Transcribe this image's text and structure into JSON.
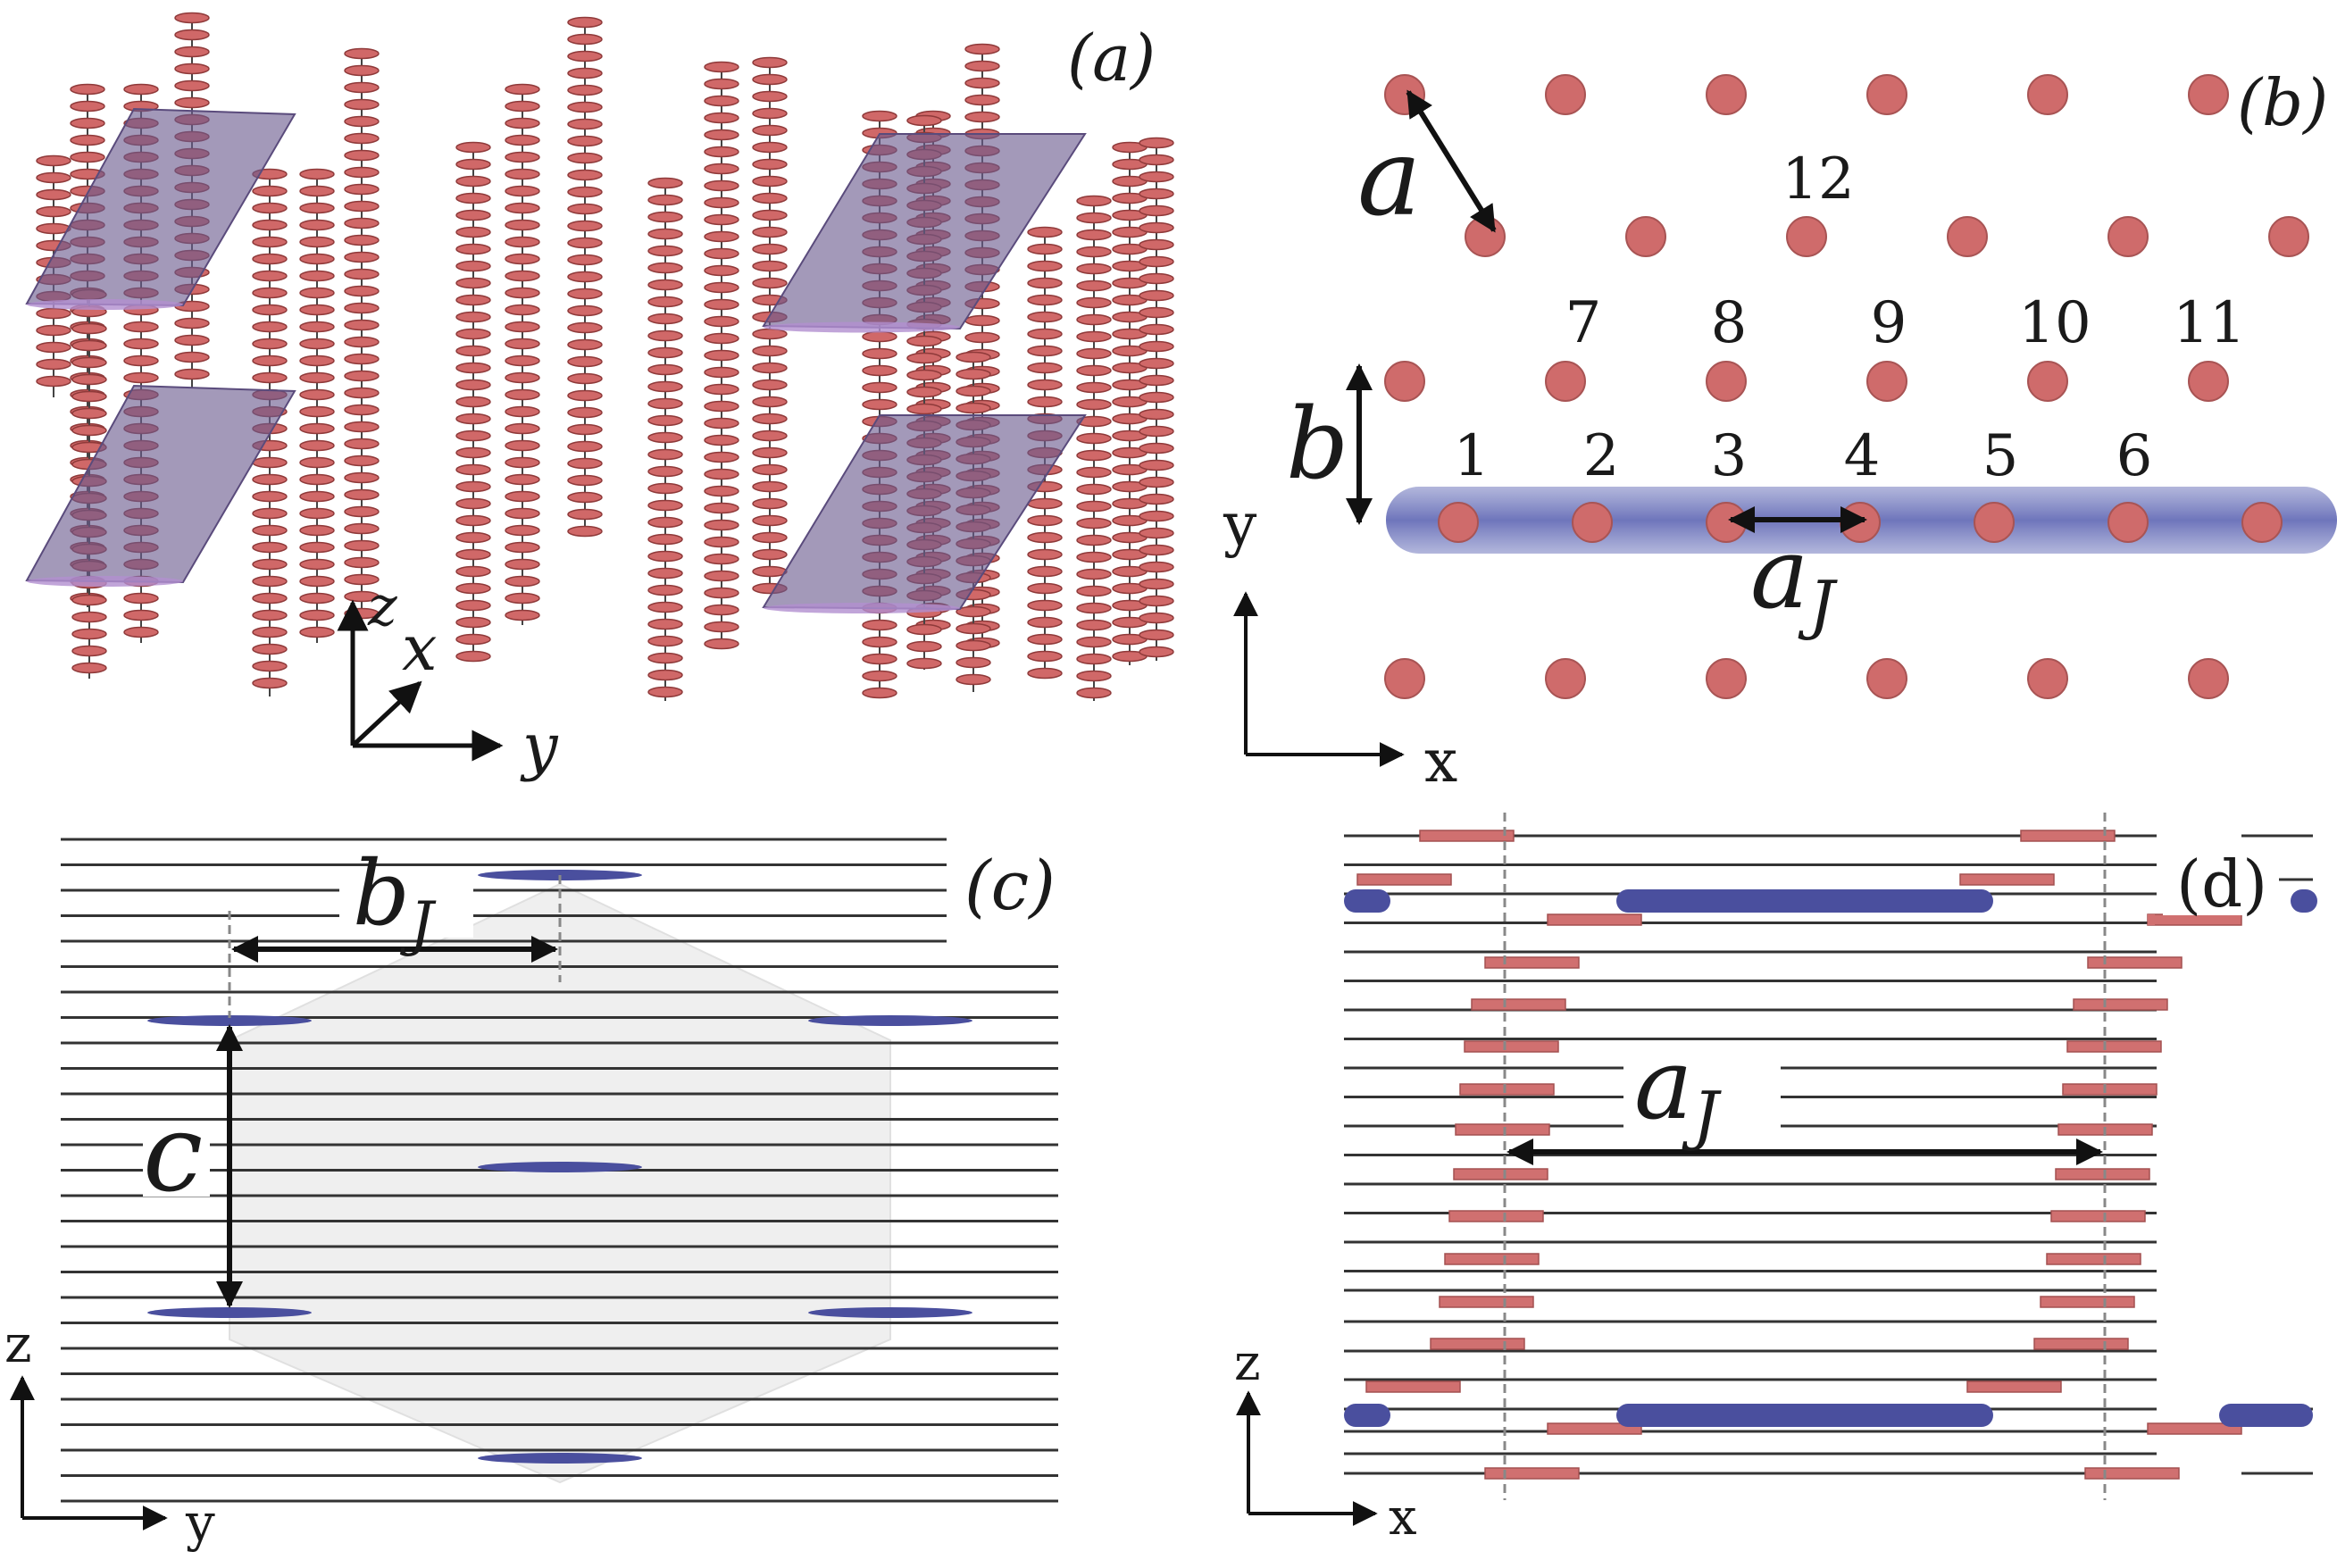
{
  "panels": {
    "a": {
      "label": "(a)",
      "axes": {
        "z": "z",
        "x": "x",
        "y": "y"
      }
    },
    "b": {
      "label": "(b)",
      "lattice_label": "a",
      "spacing_label": "b",
      "junction_label": "a",
      "junction_sub": "J",
      "site_numbers": [
        "1",
        "2",
        "3",
        "4",
        "5",
        "6",
        "7",
        "8",
        "9",
        "10",
        "11",
        "12"
      ],
      "axes": {
        "y": "y",
        "x": "x"
      }
    },
    "c": {
      "label": "(c)",
      "bj_label": "b",
      "bj_sub": "J",
      "c_label": "c",
      "axes": {
        "z": "z",
        "y": "y"
      }
    },
    "d": {
      "label": "(d)",
      "aj_label": "a",
      "aj_sub": "J",
      "axes": {
        "z": "z",
        "x": "x"
      }
    }
  },
  "colors": {
    "disk": "#d06868",
    "disk_edge": "#8f3a3a",
    "junction": "#4a4f9e",
    "plate": "#6a5a8e",
    "line": "#333333",
    "hexagon": "#eeeeee"
  }
}
